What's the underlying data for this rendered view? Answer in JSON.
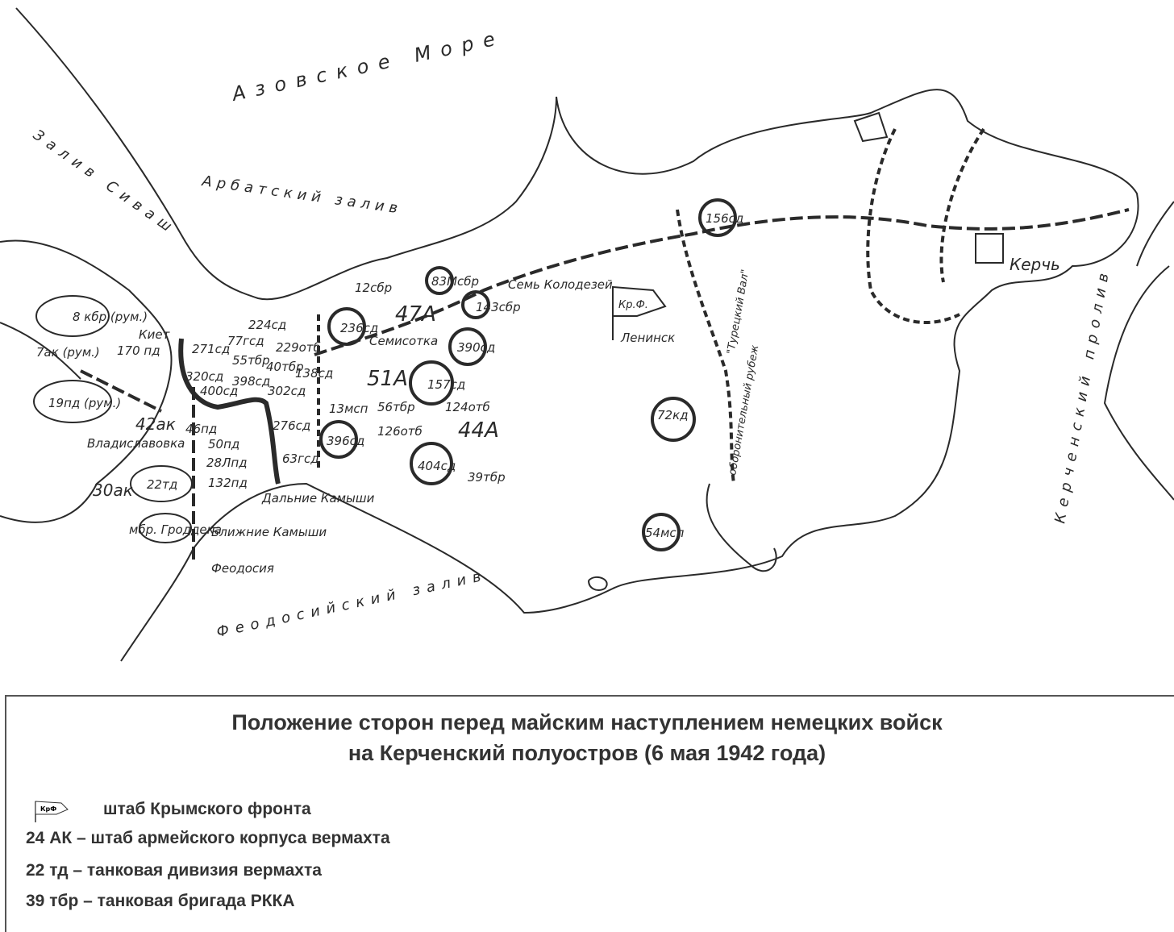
{
  "title": {
    "line1": "Положение сторон перед майским наступлением немецких войск",
    "line2": "на Керченский полуостров (6 мая 1942 года)"
  },
  "legend": [
    {
      "symbol": "КрФ",
      "text": "штаб Крымского фронта"
    },
    {
      "text": "24 АК – штаб армейского корпуса вермахта"
    },
    {
      "text": "22 тд – танковая дивизия вермахта"
    },
    {
      "text": "39 тбр – танковая бригада РККА"
    }
  ],
  "water": {
    "azov": "Азовское Море",
    "arabat": "Арбатский залив",
    "sivash": "Залив Сиваш",
    "kerch_strait": "Керченский пролив",
    "feodosia_bay": "Феодосийский залив"
  },
  "places": {
    "kiet": "Киет",
    "vladislavovka": "Владиславовка",
    "blizhnie": "Ближние Камыши",
    "dalnie": "Дальние Камыши",
    "feodosia": "Феодосия",
    "semisotka": "Семисотка",
    "sem_kolodezei": "Семь Колодезей",
    "leninsk": "Ленинск",
    "kerch": "Керчь",
    "hq": "Кр.Ф.",
    "turk_val": "\"Турецкий Вал\"",
    "def_line": "оборонительный рубеж"
  },
  "armies": {
    "a47": "47А",
    "a51": "51А",
    "a44": "44А",
    "ak42": "42ак",
    "ak30": "30ак"
  },
  "units": {
    "kbr8": "8 кбр (рум.)",
    "ak7": "7ак (рум.)",
    "pd170": "170 пд",
    "pd19": "19пд (рум.)",
    "pd46": "46пд",
    "pd50": "50пд",
    "lpd28": "28Лпд",
    "td22": "22тд",
    "pd132": "132пд",
    "groddeck": "мбр. Гроддека",
    "sd271": "271сд",
    "sd320": "320сд",
    "sd400": "400сд",
    "gsd77": "77гсд",
    "sd224": "224сд",
    "tbr55": "55тбр",
    "sd398": "398сд",
    "otb229": "229отб",
    "tbr40": "40тбр",
    "sd138": "138сд",
    "sd302": "302сд",
    "sd276": "276сд",
    "gsd63": "63гсд",
    "sd236": "236сд",
    "sbr12": "12сбр",
    "msbr83": "83Мсбр",
    "sbr143": "143сбр",
    "sd390": "390сд",
    "sd157": "157сд",
    "msp13": "13мсп",
    "tbr56": "56тбр",
    "otb124": "124отб",
    "otb126": "126отб",
    "sd396": "396сд",
    "sd404": "404сд",
    "tbr39": "39тбр",
    "kd72": "72кд",
    "msp54": "54мсп",
    "sd156": "156сд"
  }
}
